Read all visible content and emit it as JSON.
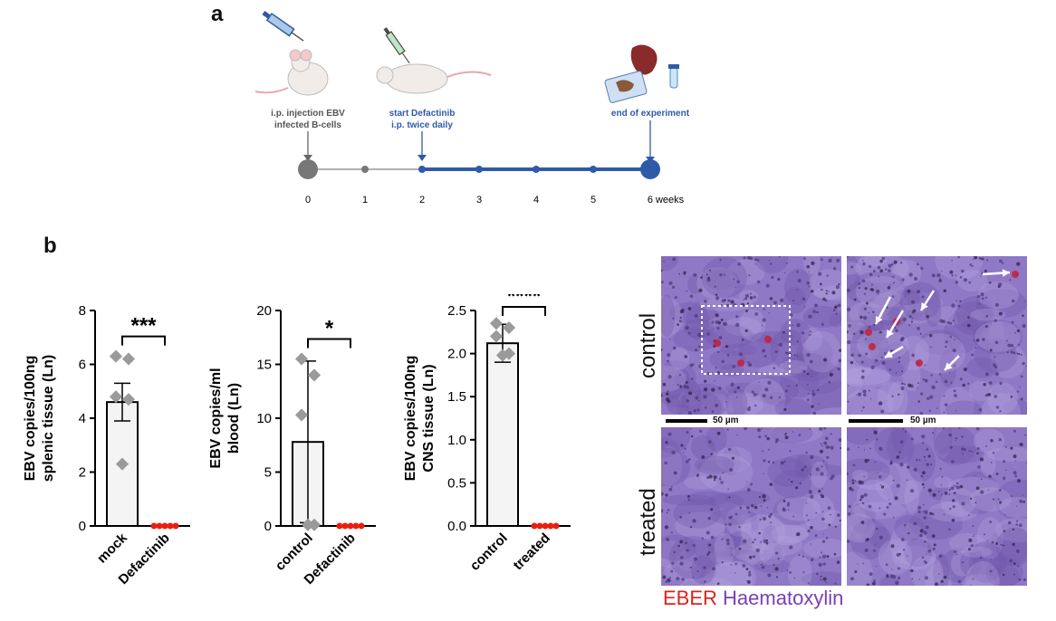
{
  "panel_a": {
    "letter": "a",
    "step_injection": [
      "i.p. injection EBV",
      "infected B-cells"
    ],
    "step_start": [
      "start Defactinib",
      "i.p. twice daily"
    ],
    "step_end": "end of experiment",
    "ticks": [
      "0",
      "1",
      "2",
      "3",
      "4",
      "5",
      "6 weeks"
    ],
    "colors": {
      "gray": "#777777",
      "blue": "#2f5aa8"
    }
  },
  "panel_b": {
    "letter": "b",
    "significance": [
      "***",
      "*",
      "****"
    ]
  },
  "chart_data": [
    {
      "type": "bar",
      "ylabel": [
        "EBV copies/100ng",
        "splenic tissue (Ln)"
      ],
      "categories": [
        "mock",
        "Defactinib"
      ],
      "values": [
        4.6,
        0.0
      ],
      "error": [
        0.7,
        0.0
      ],
      "points": [
        [
          6.3,
          6.2,
          4.8,
          4.7,
          2.3
        ],
        [
          0,
          0,
          0,
          0,
          0
        ]
      ],
      "yticks": [
        "0",
        "2",
        "4",
        "6",
        "8"
      ],
      "ylim": [
        0,
        8
      ],
      "significance": "***"
    },
    {
      "type": "bar",
      "ylabel": [
        "EBV copies/ml",
        "blood (Ln)"
      ],
      "categories": [
        "control",
        "Defactinib"
      ],
      "values": [
        7.8,
        0.0
      ],
      "error": [
        7.5,
        0.0
      ],
      "points": [
        [
          15.5,
          14.0,
          10.3,
          0.1,
          0.1
        ],
        [
          0,
          0,
          0,
          0,
          0
        ]
      ],
      "yticks": [
        "0",
        "5",
        "10",
        "15",
        "20"
      ],
      "ylim": [
        0,
        20
      ],
      "significance": "*"
    },
    {
      "type": "bar",
      "ylabel": [
        "EBV copies/100ng",
        "CNS tissue (Ln)"
      ],
      "categories": [
        "control",
        "treated"
      ],
      "values": [
        2.12,
        0.0
      ],
      "error": [
        0.22,
        0.0
      ],
      "points": [
        [
          2.35,
          2.3,
          2.2,
          2.0,
          1.98
        ],
        [
          0,
          0,
          0,
          0,
          0
        ]
      ],
      "yticks": [
        "0.0",
        "0.5",
        "1.0",
        "1.5",
        "2.0",
        "2.5"
      ],
      "ylim": [
        0,
        2.5
      ],
      "significance": "****"
    }
  ],
  "micrographs": {
    "row_labels": [
      "control",
      "treated"
    ],
    "scale_labels": [
      "50 µm",
      "50 µm"
    ],
    "legend_eber": "EBER",
    "legend_haematoxylin": "Haematoxylin",
    "colors": {
      "eber": "#e0201b",
      "haematoxylin": "#7a3fb5",
      "tissue": "#8f77c4"
    }
  }
}
